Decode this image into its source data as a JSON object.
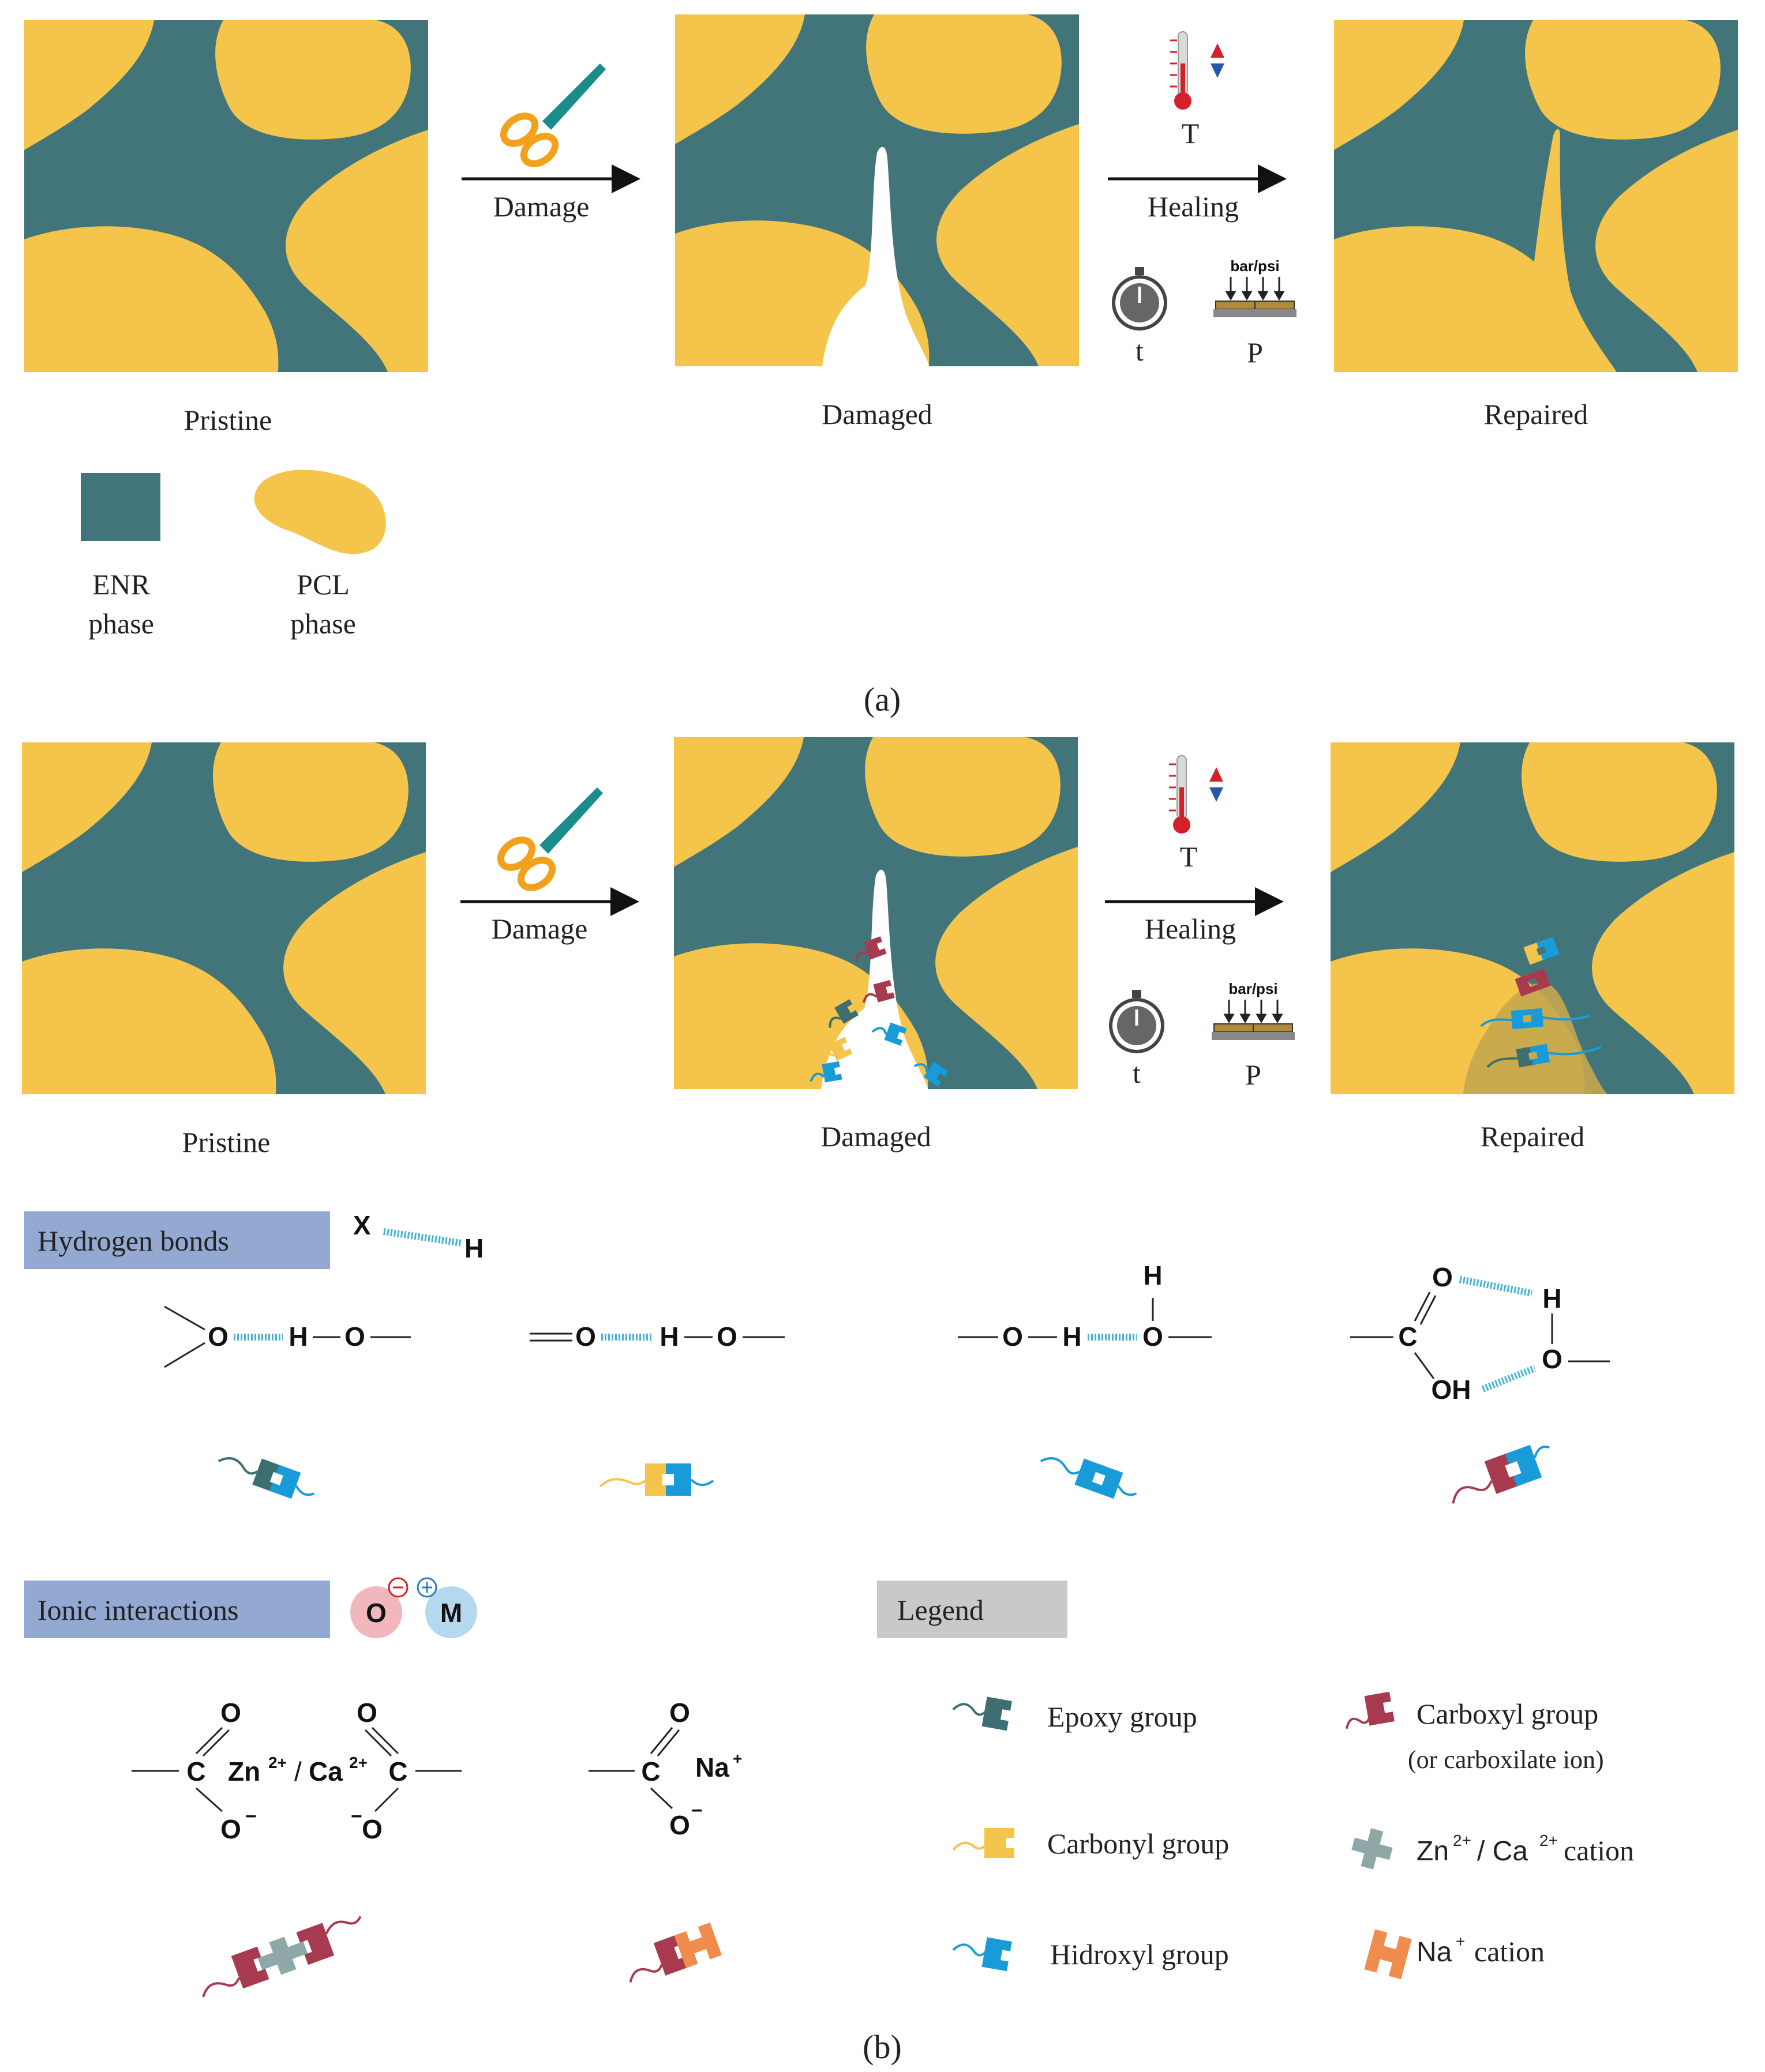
{
  "colors": {
    "enr": "#42757a",
    "pcl": "#f4c54a",
    "epoxy": "#3d6e72",
    "carbonyl": "#f4c54a",
    "hydroxyl": "#1a9bd9",
    "carboxyl": "#a83a4f",
    "zn_ca": "#8da8a6",
    "na": "#f08c4e",
    "section_bar": "#94a9d1",
    "legend_bar": "#c9c9c9",
    "h_bond": "#45b3d6"
  },
  "panel_a": {
    "label_pristine": "Pristine",
    "label_damaged": "Damaged",
    "label_repaired": "Repaired",
    "arrow_damage": "Damage",
    "arrow_healing": "Healing",
    "T": "T",
    "t": "t",
    "P": "P",
    "pressure_unit": "bar/psi",
    "legend_enr_line1": "ENR",
    "legend_enr_line2": "phase",
    "legend_pcl_line1": "PCL",
    "legend_pcl_line2": "phase",
    "caption": "(a)"
  },
  "panel_b": {
    "label_pristine": "Pristine",
    "label_damaged": "Damaged",
    "label_repaired": "Repaired",
    "arrow_damage": "Damage",
    "arrow_healing": "Healing",
    "T": "T",
    "t": "t",
    "P": "P",
    "pressure_unit": "bar/psi",
    "caption": "(b)"
  },
  "hydrogen_bonds": {
    "title": "Hydrogen bonds",
    "X": "X",
    "H": "H",
    "O": "O",
    "C": "C",
    "OH": "OH"
  },
  "ionic": {
    "title": "Ionic interactions",
    "O": "O",
    "M": "M",
    "C": "C",
    "zn": "Zn",
    "ca": "Ca",
    "charge_2plus": "2+",
    "slash": "/",
    "na": "Na",
    "plus": "+",
    "minus": "−"
  },
  "legend": {
    "title": "Legend",
    "epoxy": "Epoxy group",
    "carbonyl": "Carbonyl group",
    "hydroxyl": "Hidroxyl group",
    "carboxyl": "Carboxyl group",
    "carboxyl_note": "(or carboxilate ion)",
    "zn_ca_prefix": "Zn",
    "zn_ca_mid": "/ Ca",
    "zn_ca_suffix": "cation",
    "charge_2plus": "2+",
    "na_prefix": "Na",
    "na_charge": "+",
    "na_suffix": "cation"
  }
}
